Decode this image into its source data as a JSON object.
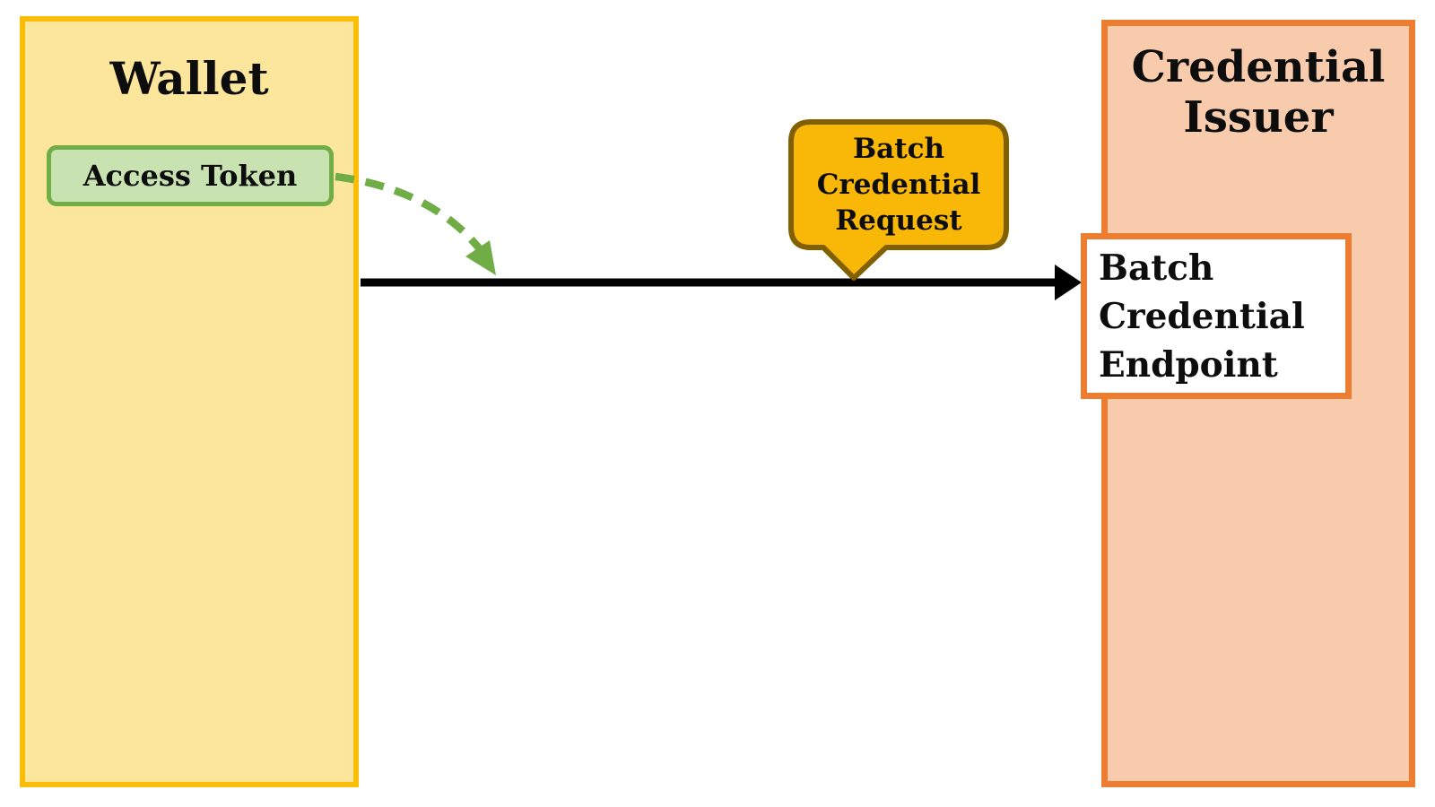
{
  "diagram": {
    "wallet": {
      "title": "Wallet",
      "access_token_label": "Access Token"
    },
    "credential_issuer": {
      "title": "Credential\nIssuer",
      "endpoint_label": "Batch\nCredential\nEndpoint"
    },
    "request_bubble": {
      "label": "Batch\nCredential\nRequest"
    }
  },
  "colors": {
    "wallet_fill": "#FCE69C",
    "wallet_border": "#FBBE08",
    "access_token_fill": "#C9E2B2",
    "access_token_border": "#70AD47",
    "issuer_fill": "#F8CBAD",
    "issuer_border": "#ED7D31",
    "endpoint_fill": "#FFFFFF",
    "bubble_fill": "#F9B708",
    "bubble_border": "#806000",
    "request_arrow": "#000000",
    "token_flow_arrow": "#70AD47"
  }
}
